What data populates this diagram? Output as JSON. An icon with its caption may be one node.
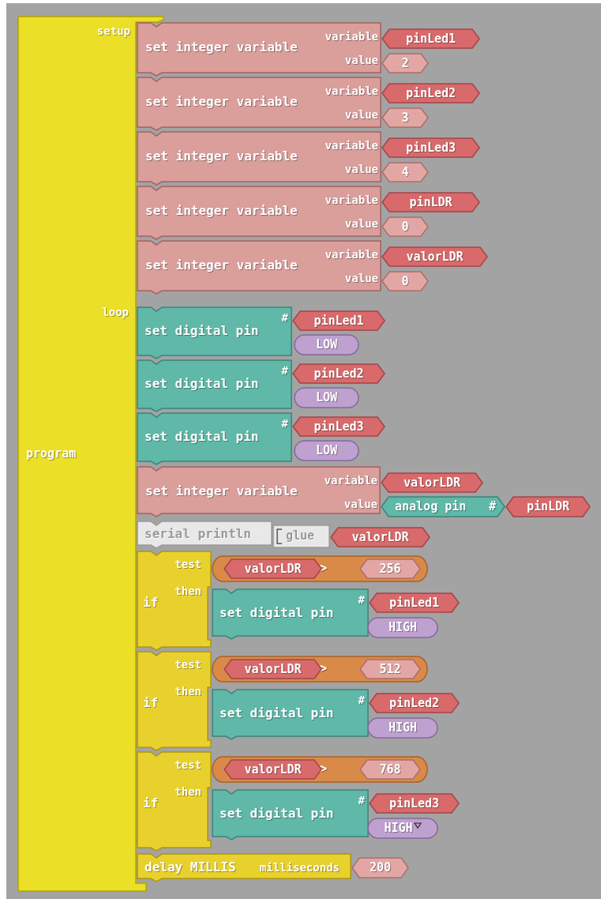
{
  "diagram": {
    "nodes": [
      {
        "text": [
          "setup",
          "loop",
          "program"
        ]
      },
      {
        "text": [
          "set integer variable",
          "variable",
          "value"
        ]
      },
      {
        "text": [
          "pinLed1"
        ]
      },
      {
        "text": [
          "2"
        ]
      },
      {
        "text": [
          "set integer variable",
          "variable",
          "value"
        ]
      },
      {
        "text": [
          "pinLed2"
        ]
      },
      {
        "text": [
          "3"
        ]
      },
      {
        "text": [
          "set integer variable",
          "variable",
          "value"
        ]
      },
      {
        "text": [
          "pinLed3"
        ]
      },
      {
        "text": [
          "4"
        ]
      },
      {
        "text": [
          "set integer variable",
          "variable",
          "value"
        ]
      },
      {
        "text": [
          "pinLDR"
        ]
      },
      {
        "text": [
          "0"
        ]
      },
      {
        "text": [
          "set integer variable",
          "variable",
          "value"
        ]
      },
      {
        "text": [
          "valorLDR"
        ]
      },
      {
        "text": [
          "0"
        ]
      },
      {
        "text": [
          "set digital pin",
          "#"
        ]
      },
      {
        "text": [
          "pinLed1"
        ]
      },
      {
        "text": [
          "LOW"
        ]
      },
      {
        "text": [
          "set digital pin",
          "#"
        ]
      },
      {
        "text": [
          "pinLed2"
        ]
      },
      {
        "text": [
          "LOW"
        ]
      },
      {
        "text": [
          "set digital pin",
          "#"
        ]
      },
      {
        "text": [
          "pinLed3"
        ]
      },
      {
        "text": [
          "LOW"
        ]
      },
      {
        "text": [
          "set integer variable",
          "variable",
          "value"
        ]
      },
      {
        "text": [
          "valorLDR"
        ]
      },
      {
        "text": [
          "analog pin",
          "#"
        ]
      },
      {
        "text": [
          "pinLDR"
        ]
      },
      {
        "text": [
          "serial println"
        ]
      },
      {
        "text": [
          "glue"
        ]
      },
      {
        "text": [
          "valorLDR"
        ]
      },
      {
        "text": [
          "if",
          "test",
          "then"
        ]
      },
      {
        "text": [
          ">"
        ]
      },
      {
        "text": [
          "valorLDR"
        ],
        "in": 33
      },
      {
        "text": [
          "256"
        ],
        "in": 33
      },
      {
        "text": [
          "set digital pin",
          "#"
        ]
      },
      {
        "text": [
          "pinLed1"
        ]
      },
      {
        "text": [
          "HIGH"
        ]
      },
      {
        "text": [
          "if",
          "test",
          "then"
        ]
      },
      {
        "text": [
          ">"
        ]
      },
      {
        "text": [
          "valorLDR"
        ],
        "in": 40
      },
      {
        "text": [
          "512"
        ],
        "in": 40
      },
      {
        "text": [
          "set digital pin",
          "#"
        ]
      },
      {
        "text": [
          "pinLed2"
        ]
      },
      {
        "text": [
          "HIGH"
        ]
      },
      {
        "text": [
          "if",
          "test",
          "then"
        ]
      },
      {
        "text": [
          ">"
        ]
      },
      {
        "text": [
          "valorLDR"
        ],
        "in": 47
      },
      {
        "text": [
          "768"
        ],
        "in": 47
      },
      {
        "text": [
          "set digital pin",
          "#"
        ]
      },
      {
        "text": [
          "pinLed3"
        ]
      },
      {
        "text": [
          "HIGH"
        ]
      },
      {
        "text": [
          "delay MILLIS",
          "milliseconds"
        ]
      },
      {
        "text": [
          "200"
        ]
      }
    ]
  }
}
